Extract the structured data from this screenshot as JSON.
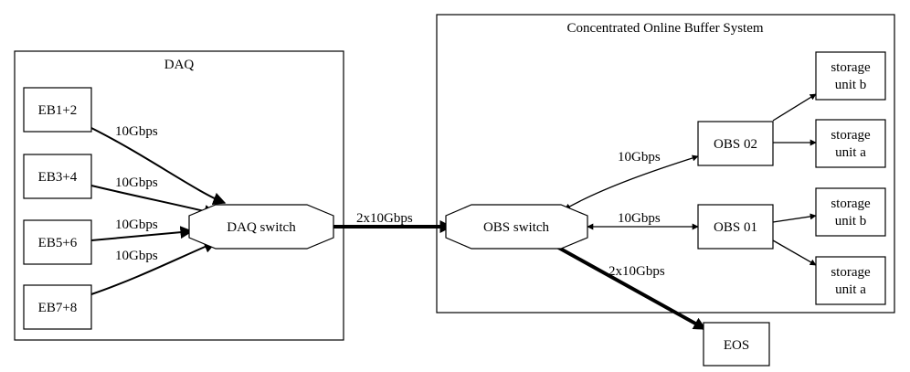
{
  "clusters": {
    "daq": {
      "label": "DAQ"
    },
    "obs_system": {
      "label": "Concentrated Online Buffer System"
    }
  },
  "nodes": {
    "eb12": "EB1+2",
    "eb34": "EB3+4",
    "eb56": "EB5+6",
    "eb78": "EB7+8",
    "daq_switch": "DAQ switch",
    "obs_switch": "OBS switch",
    "obs02": "OBS 02",
    "obs01": "OBS 01",
    "eos": "EOS",
    "storage_02b": [
      "storage",
      "unit b"
    ],
    "storage_02a": [
      "storage",
      "unit a"
    ],
    "storage_01b": [
      "storage",
      "unit b"
    ],
    "storage_01a": [
      "storage",
      "unit a"
    ]
  },
  "edges": {
    "eb12_daq": "10Gbps",
    "eb34_daq": "10Gbps",
    "eb56_daq": "10Gbps",
    "eb78_daq": "10Gbps",
    "daq_obs": "2x10Gbps",
    "obs_obs02": "10Gbps",
    "obs_obs01": "10Gbps",
    "obs_eos": "2x10Gbps"
  }
}
